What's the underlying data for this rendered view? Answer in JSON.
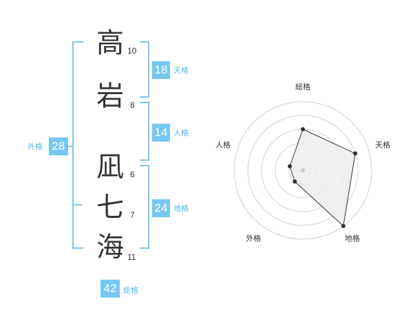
{
  "name": {
    "characters": [
      {
        "char": "高",
        "strokes": "10"
      },
      {
        "char": "岩",
        "strokes": "8"
      },
      {
        "char": "凪",
        "strokes": "6"
      },
      {
        "char": "七",
        "strokes": "7"
      },
      {
        "char": "海",
        "strokes": "11"
      }
    ]
  },
  "kakusu": {
    "tenkaku": {
      "value": "18",
      "label": "天格"
    },
    "jinkaku": {
      "value": "14",
      "label": "人格"
    },
    "chikaku": {
      "value": "24",
      "label": "地格"
    },
    "gaikaku": {
      "value": "28",
      "label": "外格"
    },
    "soukaku": {
      "value": "42",
      "label": "総格"
    }
  },
  "colors": {
    "accent": "#76c7f2",
    "bracket": "#7fc8f0",
    "label": "#55b4e8",
    "text": "#333333"
  },
  "chart_data": {
    "type": "radar",
    "axes": [
      "総格",
      "天格",
      "地格",
      "外格",
      "人格"
    ],
    "values": [
      3,
      4,
      5,
      1,
      1
    ],
    "rmax": 5,
    "rings": 5
  }
}
